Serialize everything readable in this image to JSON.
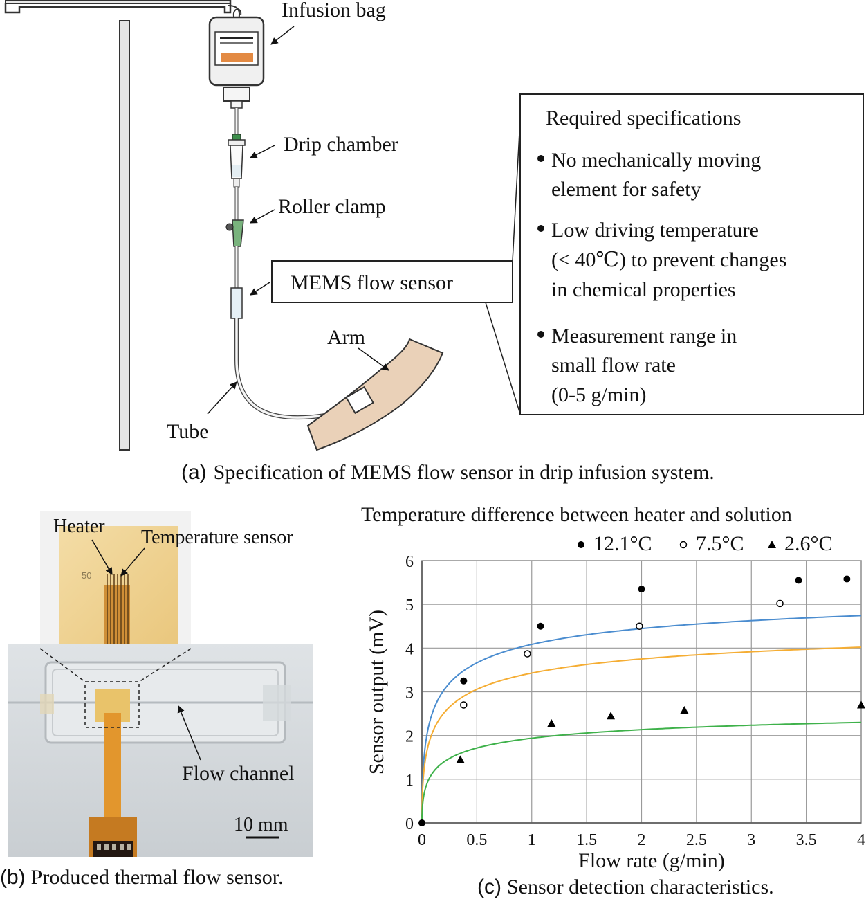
{
  "panel_a": {
    "labels": {
      "infusion_bag": "Infusion bag",
      "drip_chamber": "Drip chamber",
      "roller_clamp": "Roller clamp",
      "mems_flow_sensor": "MEMS flow sensor",
      "arm": "Arm",
      "tube": "Tube"
    },
    "specs": {
      "title": "Required specifications",
      "items": [
        [
          "No mechanically moving",
          "element for safety"
        ],
        [
          "Low driving temperature",
          "(< 40℃) to prevent changes",
          "in chemical properties"
        ],
        [
          "Measurement range in",
          "small flow rate",
          "(0-5 g/min)"
        ]
      ]
    },
    "caption_letter": "(a)",
    "caption_text": "Specification of MEMS flow sensor in drip infusion system."
  },
  "panel_b": {
    "labels": {
      "heater": "Heater",
      "temperature_sensor": "Temperature sensor",
      "flow_channel": "Flow channel",
      "scale": "10 mm",
      "ruler_mark": "50"
    },
    "caption_letter": "(b)",
    "caption_text": "Produced thermal flow sensor."
  },
  "panel_c": {
    "caption_letter": "(c)",
    "caption_text": "Sensor detection characteristics."
  },
  "colors": {
    "blue_fit": "#4a8ccf",
    "orange_fit": "#f5ad33",
    "green_fit": "#3eb14a",
    "arm_skin": "#ead1b8",
    "bag_orange": "#e38a43",
    "clamp_green": "#79b37d",
    "flex_orange": "#e2962d"
  },
  "chart_data": {
    "type": "scatter",
    "title": "Temperature difference between heater and solution",
    "xlabel": "Flow rate (g/min)",
    "ylabel": "Sensor output  (mV)",
    "xlim": [
      0,
      4
    ],
    "ylim": [
      0,
      6
    ],
    "xticks": [
      "0",
      "0.5",
      "1",
      "1.5",
      "2",
      "2.5",
      "3",
      "3.5",
      "4"
    ],
    "yticks": [
      "0",
      "1",
      "2",
      "3",
      "4",
      "5",
      "6"
    ],
    "grid": true,
    "legend": "top-right",
    "series": [
      {
        "name": "12.1°C",
        "marker": "filled-circle",
        "fit_color": "#4a8ccf",
        "x": [
          0,
          0.38,
          1.08,
          2.0,
          3.43,
          3.87
        ],
        "y": [
          0,
          3.25,
          4.5,
          5.35,
          5.55,
          5.58
        ]
      },
      {
        "name": "7.5°C",
        "marker": "open-circle",
        "fit_color": "#f5ad33",
        "x": [
          0.38,
          0.96,
          1.98,
          3.26
        ],
        "y": [
          2.7,
          3.87,
          4.5,
          5.02
        ]
      },
      {
        "name": "2.6°C",
        "marker": "filled-triangle",
        "fit_color": "#3eb14a",
        "x": [
          0.35,
          1.18,
          1.72,
          2.39,
          4.0
        ],
        "y": [
          1.45,
          2.28,
          2.45,
          2.58,
          2.7
        ]
      }
    ],
    "fits": [
      {
        "series": "12.1°C",
        "a": 3.9,
        "b": 2.6
      },
      {
        "series": "7.5°C",
        "a": 3.35,
        "b": 2.4
      },
      {
        "series": "2.6°C",
        "a": 1.95,
        "b": 2.18
      }
    ]
  }
}
